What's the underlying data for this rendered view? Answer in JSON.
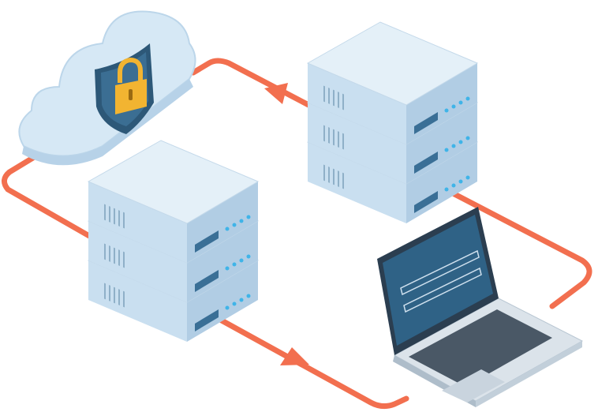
{
  "illustration": {
    "subject": [
      "cloud-security",
      "server-stack",
      "server-stack",
      "laptop",
      "data-flow-loop"
    ],
    "colors": {
      "flow": "#f26f4f",
      "server_top": "#e4f0f8",
      "server_left": "#c9dff0",
      "server_right": "#b1cde4",
      "server_led": "#3fb4e8",
      "cloud": "#d6e8f5",
      "shield": "#2d5878",
      "lock": "#f2b431",
      "laptop_screen": "#2f6286",
      "laptop_body": "#dbe3ea"
    },
    "icons": [
      "cloud-icon",
      "shield-icon",
      "padlock-icon",
      "server-icon",
      "laptop-icon",
      "arrow-icon"
    ]
  }
}
